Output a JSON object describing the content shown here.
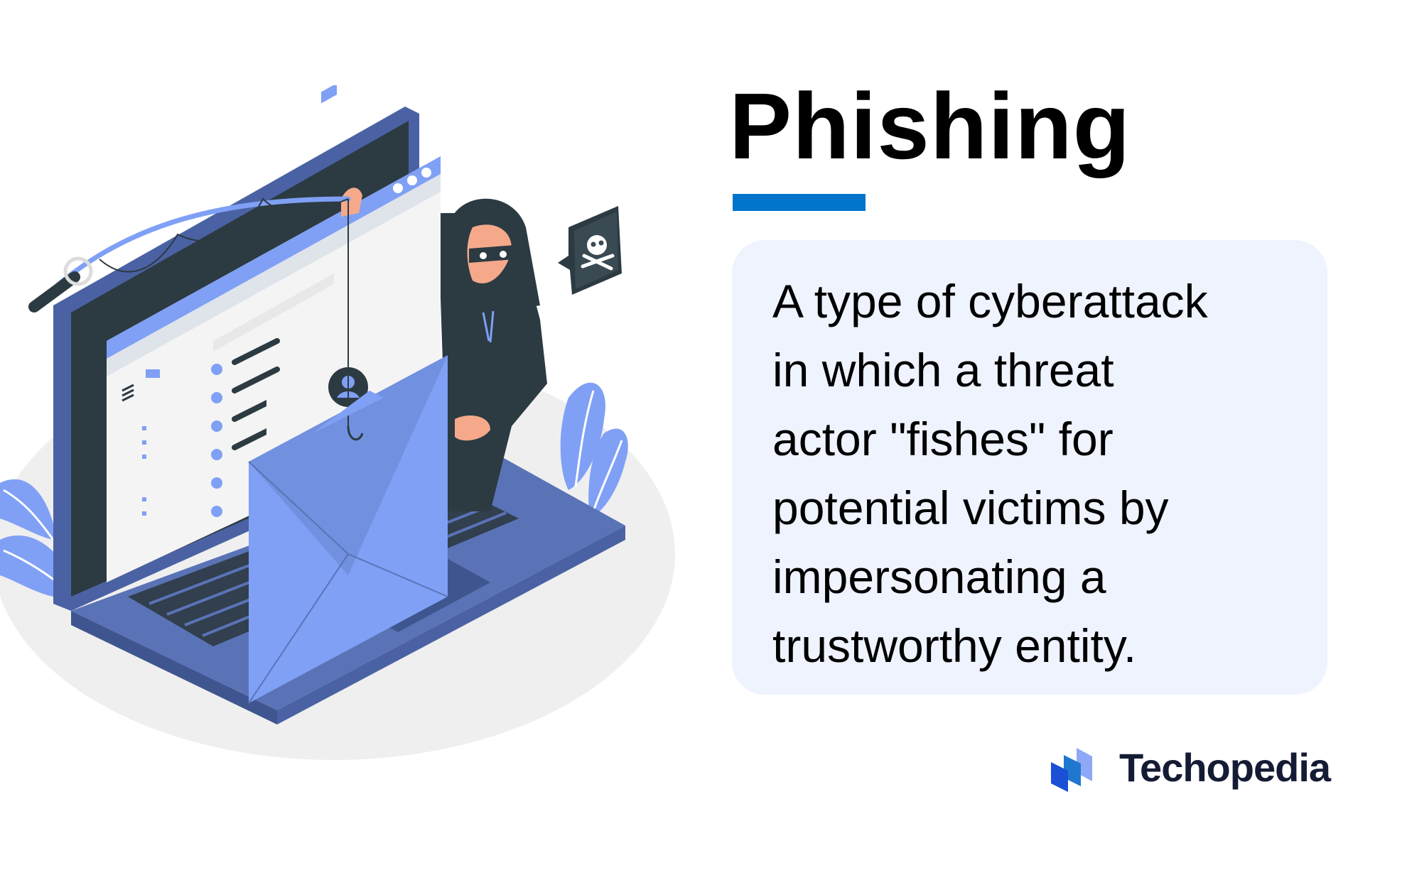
{
  "title": "Phishing",
  "definition_lines": [
    "A type of cyberattack",
    "in which a threat",
    "actor \"fishes\" for",
    "potential victims by",
    "impersonating a",
    "trustworthy entity."
  ],
  "brand": {
    "name": "Techopedia",
    "icon": "techopedia-logo-icon"
  },
  "illustration": {
    "description": "hooded hacker with fishing rod hooking an email from a laptop",
    "icons": [
      "fishing-rod-icon",
      "laptop-icon",
      "email-envelope-icon",
      "hacker-icon",
      "skull-crossbones-icon",
      "user-profile-icon"
    ]
  },
  "colors": {
    "accent": "#0274cc",
    "card_bg": "#eef3fe",
    "laptop": "#5a73b6",
    "laptop_dark": "#3f558f",
    "envelope": "#7fa0f5",
    "dark": "#2c3a42",
    "brand_text": "#141b34"
  }
}
